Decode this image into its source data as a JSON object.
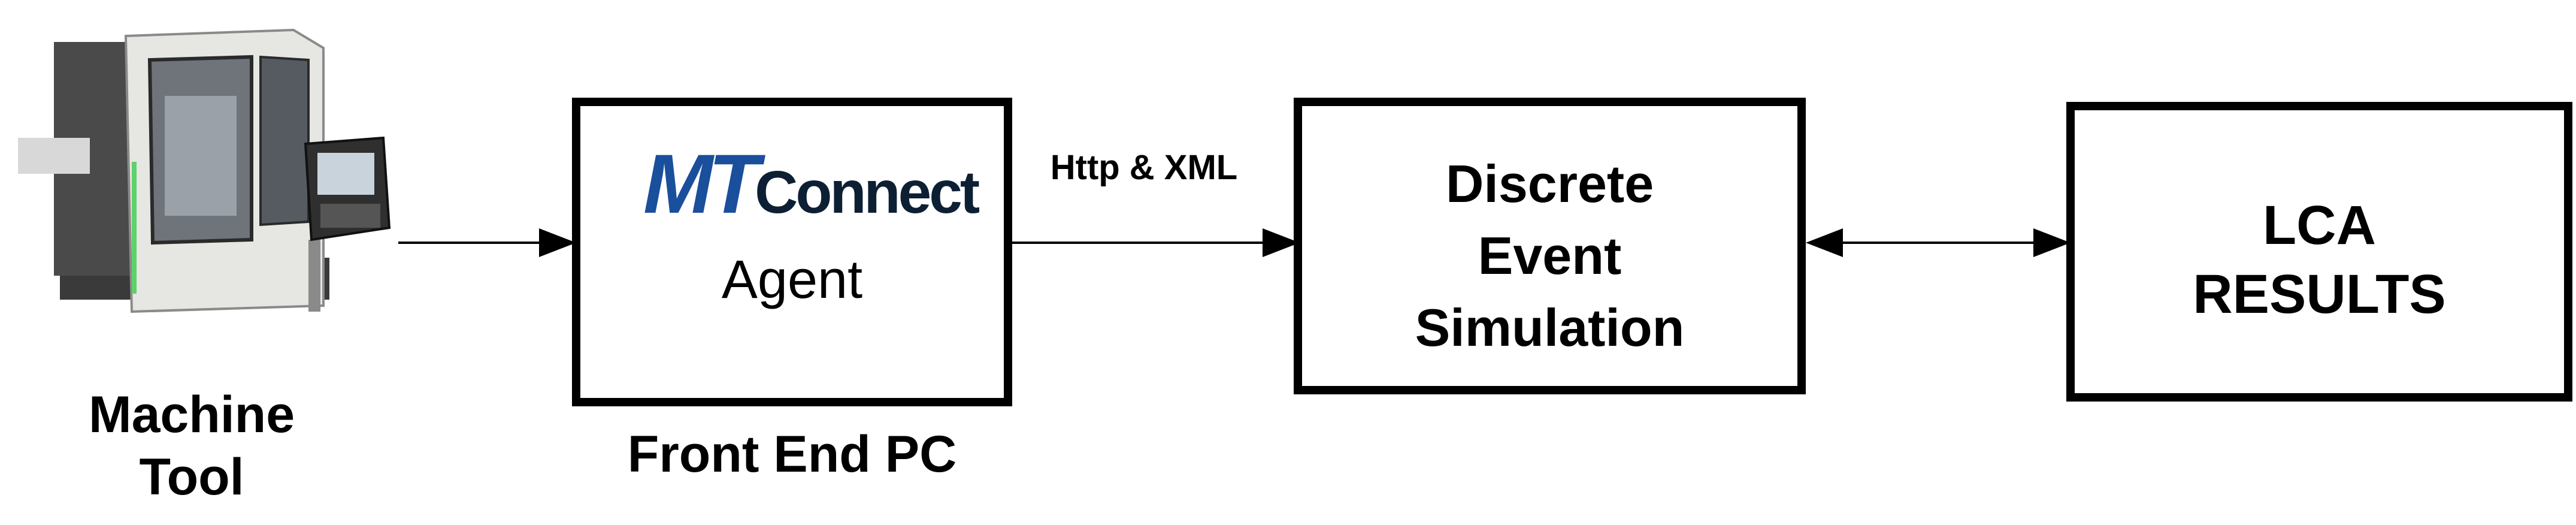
{
  "machine": {
    "label_line1": "Machine",
    "label_line2": "Tool"
  },
  "agent_box": {
    "logo_mt": "MT",
    "logo_connect": "Connect",
    "agent_label": "Agent",
    "caption": "Front End PC"
  },
  "link": {
    "protocol_label": "Http & XML"
  },
  "des_box": {
    "line1": "Discrete",
    "line2": "Event",
    "line3": "Simulation"
  },
  "lca_box": {
    "line1": "LCA",
    "line2": "RESULTS"
  },
  "colors": {
    "logo_blue": "#1a4f9c",
    "logo_dark": "#0d1f33",
    "stroke": "#000000"
  }
}
